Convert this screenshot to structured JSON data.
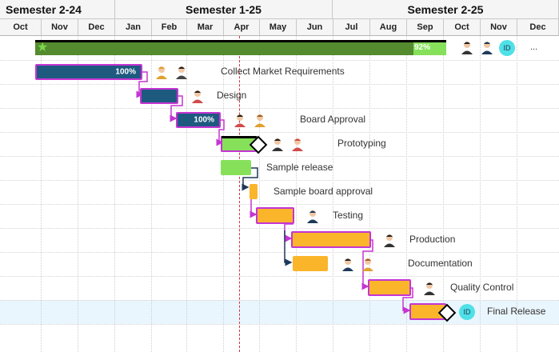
{
  "semesters": [
    {
      "label": "Semester 2-24"
    },
    {
      "label": "Semester 1-25"
    },
    {
      "label": "Semester 2-25"
    }
  ],
  "months": [
    "Oct",
    "Nov",
    "Dec",
    "Jan",
    "Feb",
    "Mar",
    "Apr",
    "May",
    "Jun",
    "Jul",
    "Aug",
    "Sep",
    "Oct",
    "Nov",
    "Dec"
  ],
  "summary": {
    "progress_label": "92%",
    "more_label": "...",
    "badge": "ID"
  },
  "tasks": [
    {
      "name": "Collect Market Requirements",
      "progress_label": "100%"
    },
    {
      "name": "Design",
      "progress_label": ""
    },
    {
      "name": "Board Approval",
      "progress_label": "100%"
    },
    {
      "name": "Prototyping",
      "progress_label": ""
    },
    {
      "name": "Sample release",
      "progress_label": ""
    },
    {
      "name": "Sample board approval",
      "progress_label": ""
    },
    {
      "name": "Testing",
      "progress_label": ""
    },
    {
      "name": "Production",
      "progress_label": ""
    },
    {
      "name": "Documentation",
      "progress_label": ""
    },
    {
      "name": "Quality Control",
      "progress_label": ""
    },
    {
      "name": "Final Release",
      "progress_label": "",
      "badge": "ID"
    }
  ],
  "colors": {
    "completed": "#1e5a80",
    "in_progress": "#86e05a",
    "planned": "#fbb52a",
    "summary": "#558b2f",
    "highlight_border": "#c535d3",
    "dependency": "#c535d3",
    "dependency_alt": "#1e3a5a",
    "today_line": "#e0303a"
  }
}
